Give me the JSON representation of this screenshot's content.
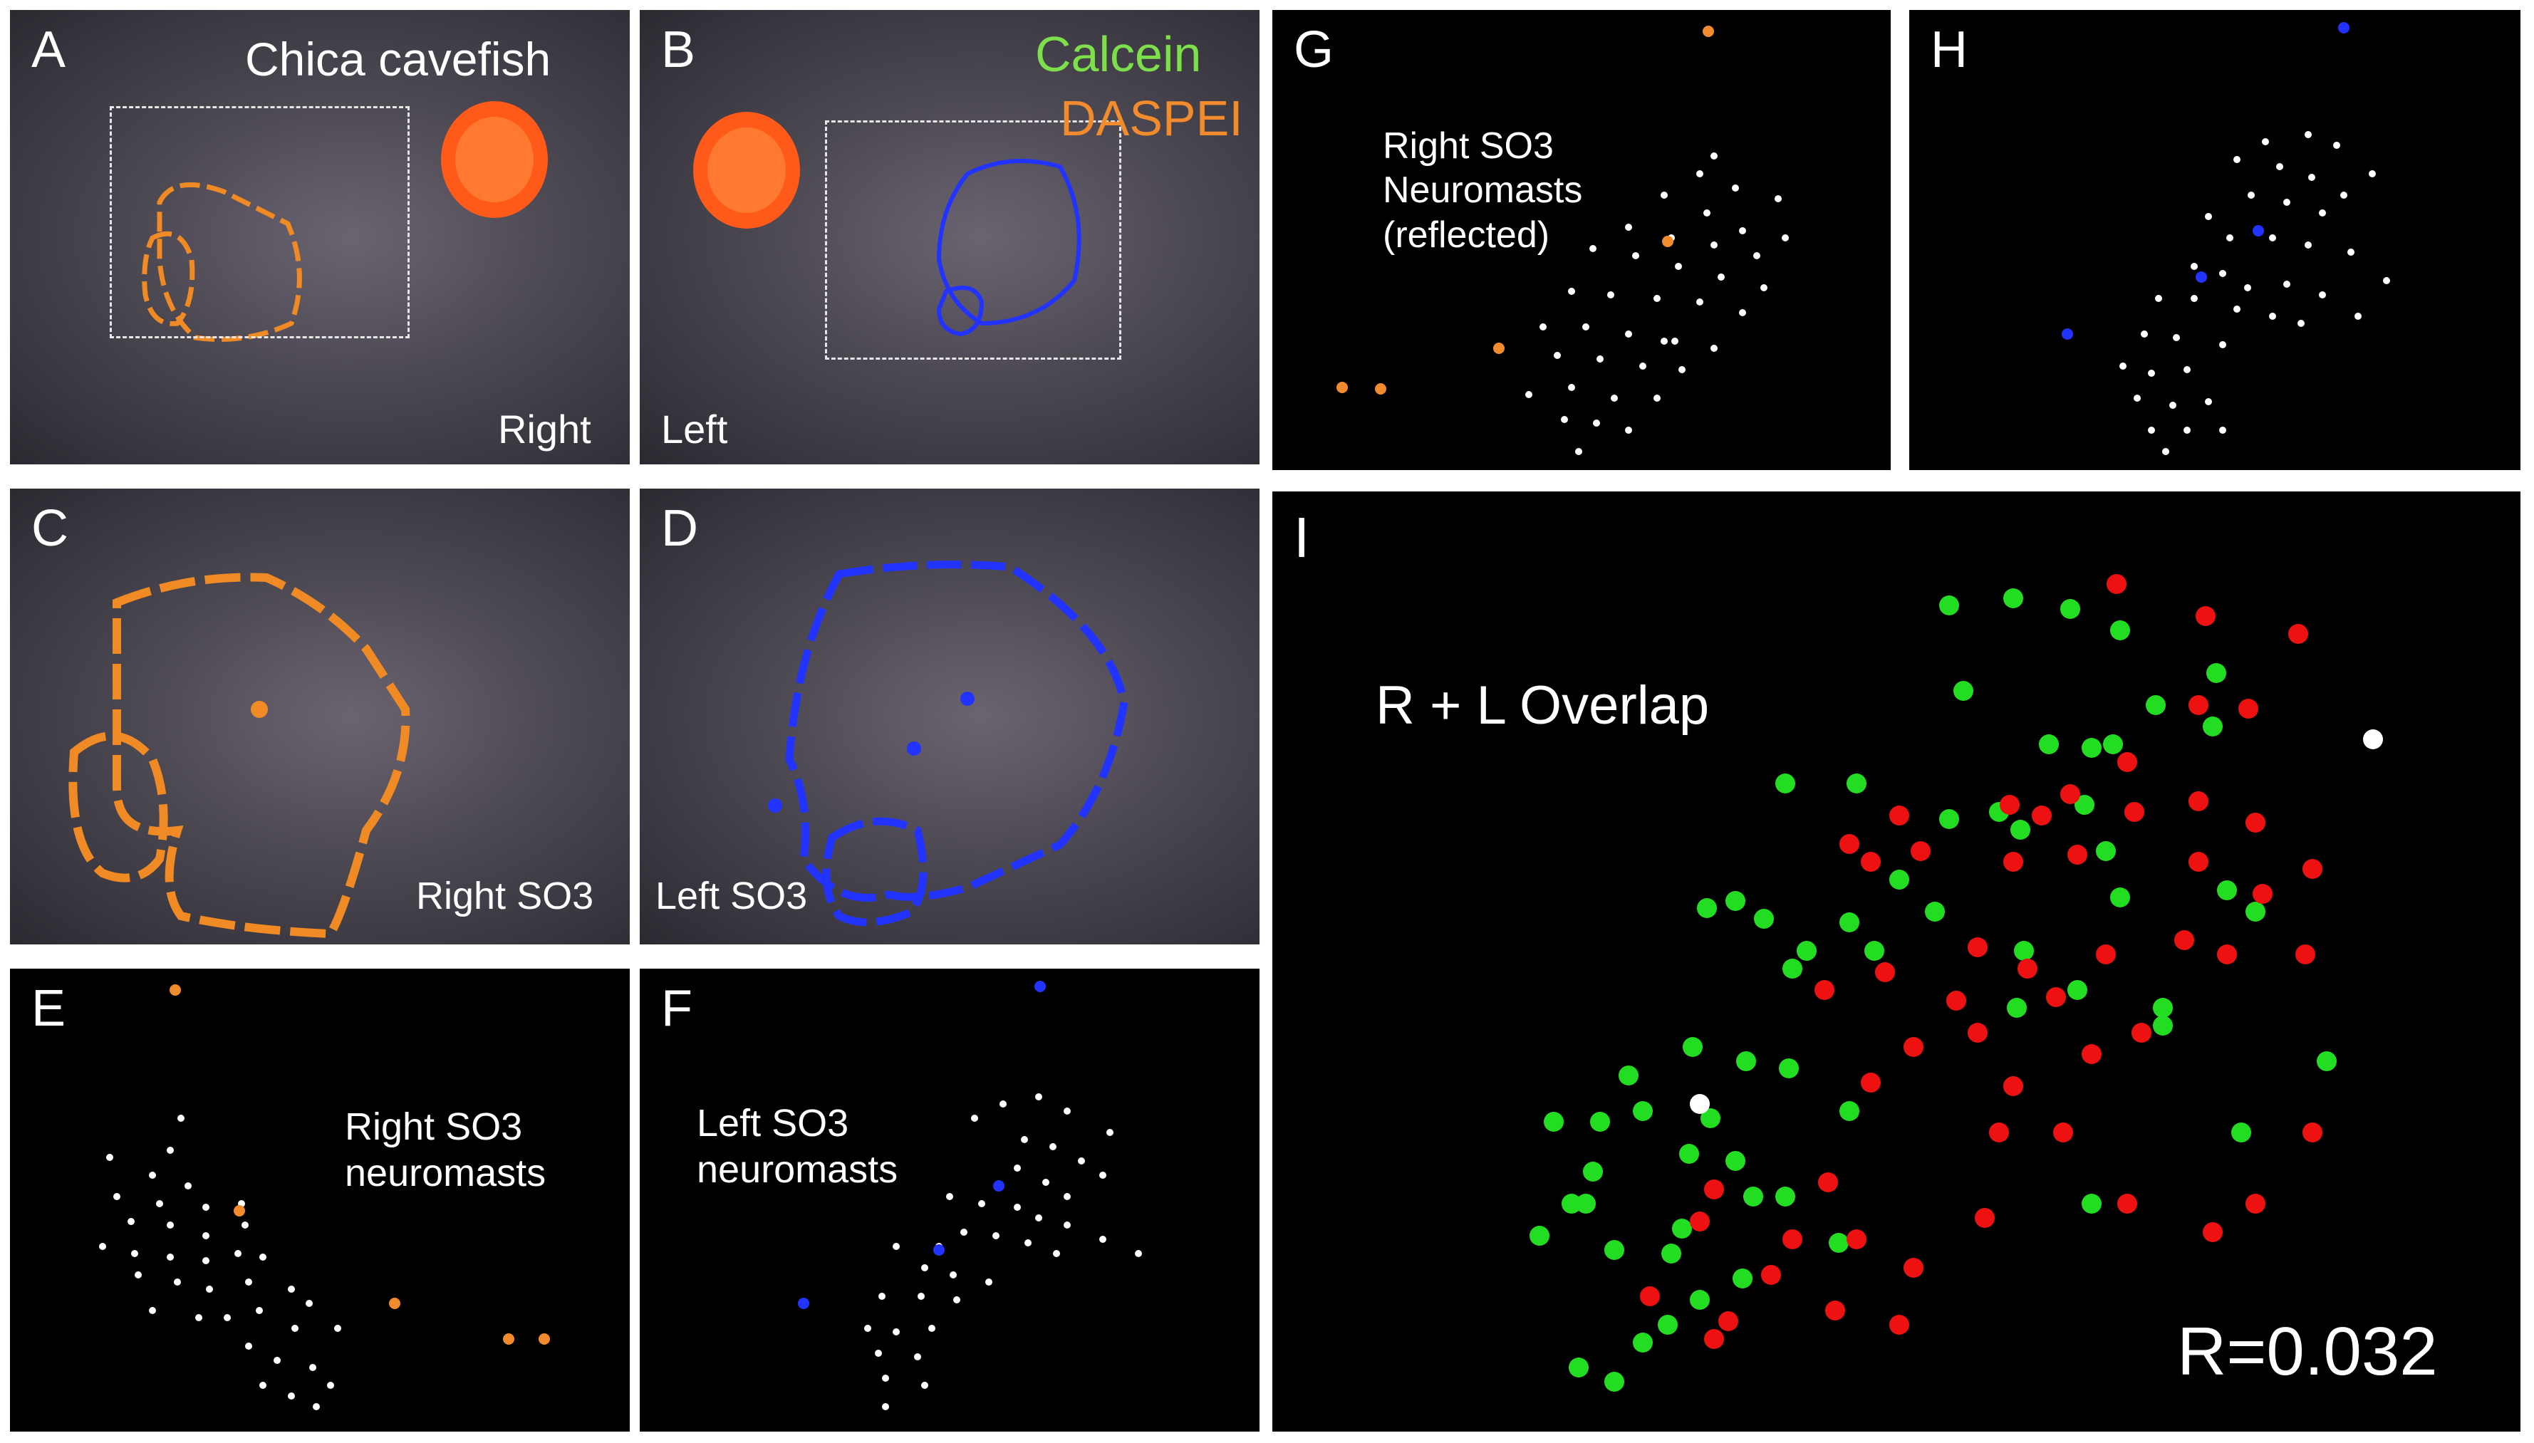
{
  "panels": {
    "A": {
      "letter": "A",
      "title": "Chica cavefish",
      "side": "Right"
    },
    "B": {
      "letter": "B",
      "label1": "Calcein",
      "label2": "DASPEI",
      "side": "Left"
    },
    "C": {
      "letter": "C",
      "label": "Right SO3"
    },
    "D": {
      "letter": "D",
      "label": "Left SO3"
    },
    "E": {
      "letter": "E",
      "label": "Right SO3\nneuromasts"
    },
    "F": {
      "letter": "F",
      "label": "Left SO3\nneuromasts"
    },
    "G": {
      "letter": "G",
      "label": "Right SO3\nNeuromasts\n(reflected)"
    },
    "H": {
      "letter": "H"
    },
    "I": {
      "letter": "I",
      "label": "R + L Overlap",
      "stat": "R=0.032"
    }
  },
  "colors": {
    "calcein": "#7de04a",
    "daspei": "#f28a2e",
    "right_outline": "#f08a24",
    "left_outline": "#2233ff",
    "overlap_green": "#22dd22",
    "overlap_red": "#ee1111",
    "dot_white": "#ffffff",
    "dot_blue": "#2233ff"
  }
}
